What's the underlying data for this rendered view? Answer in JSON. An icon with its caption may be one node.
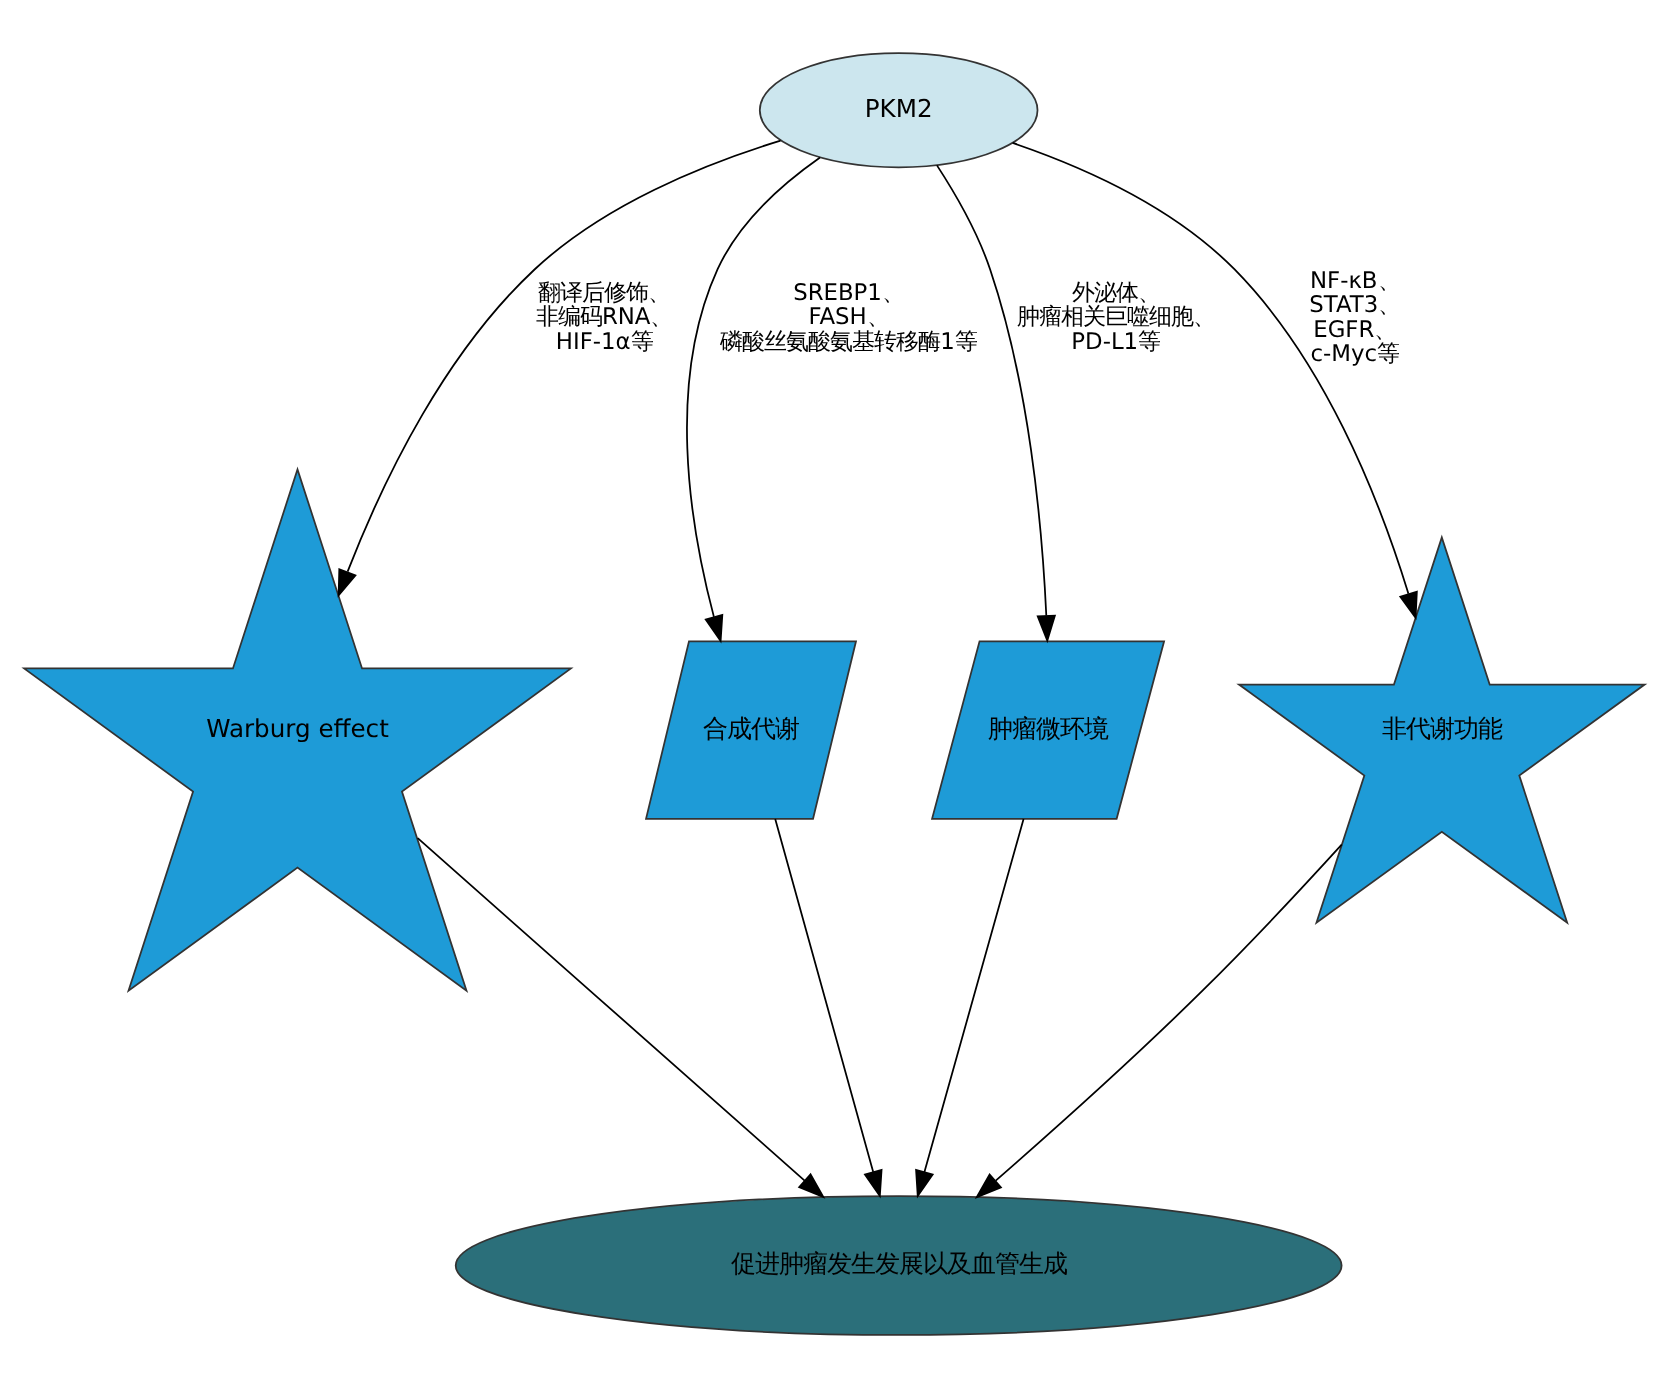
{
  "diagram": {
    "nodes": [
      {
        "text": [
          "PKM2"
        ]
      },
      {
        "text": [
          "Warburg effect"
        ]
      },
      {
        "text": [
          "合成代谢"
        ]
      },
      {
        "text": [
          "肿瘤微环境"
        ]
      },
      {
        "text": [
          "非代谢功能"
        ]
      },
      {
        "text": [
          "促进肿瘤发生发展以及血管生成"
        ]
      }
    ],
    "edges": [
      {
        "from": 0,
        "to": 1,
        "arrow": "to",
        "label": "翻译后修饰、非编码RNA、HIF-1α等"
      },
      {
        "from": 0,
        "to": 2,
        "arrow": "to",
        "label": "SREBP1、FASH、磷酸丝氨酸氨基转移酶1等"
      },
      {
        "from": 0,
        "to": 3,
        "arrow": "to",
        "label": "外泌体、肿瘤相关巨噬细胞、PD-L1等"
      },
      {
        "from": 0,
        "to": 4,
        "arrow": "to",
        "label": "NF-κB、STAT3、EGFR、c-Myc等"
      },
      {
        "from": 1,
        "to": 5,
        "arrow": "to"
      },
      {
        "from": 2,
        "to": 5,
        "arrow": "to"
      },
      {
        "from": 3,
        "to": 5,
        "arrow": "to"
      },
      {
        "from": 4,
        "to": 5,
        "arrow": "to"
      }
    ]
  }
}
